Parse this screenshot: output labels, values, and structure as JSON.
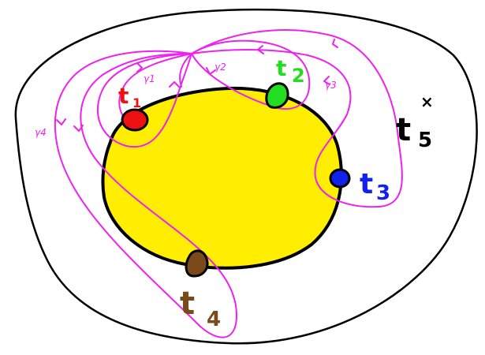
{
  "colors": {
    "background": "#ffffff",
    "outline": "#000000",
    "disk_fill": "#ffee00",
    "loops": "#ee22ee",
    "t1": "#ee1111",
    "t2": "#22dd22",
    "t3": "#1122ee",
    "t4": "#7a4a1a",
    "t5": "#000000"
  },
  "points": {
    "t1": {
      "label_letter": "t",
      "label_index": "1"
    },
    "t2": {
      "label_letter": "t",
      "label_index": "2"
    },
    "t3": {
      "label_letter": "t",
      "label_index": "3"
    },
    "t4": {
      "label_letter": "t",
      "label_index": "4"
    },
    "t5": {
      "label_letter": "t",
      "label_index": "5",
      "marker": "×"
    }
  },
  "loops": {
    "g1": "γ1",
    "g2": "γ2",
    "g3": "γ3",
    "g4": "γ4"
  }
}
